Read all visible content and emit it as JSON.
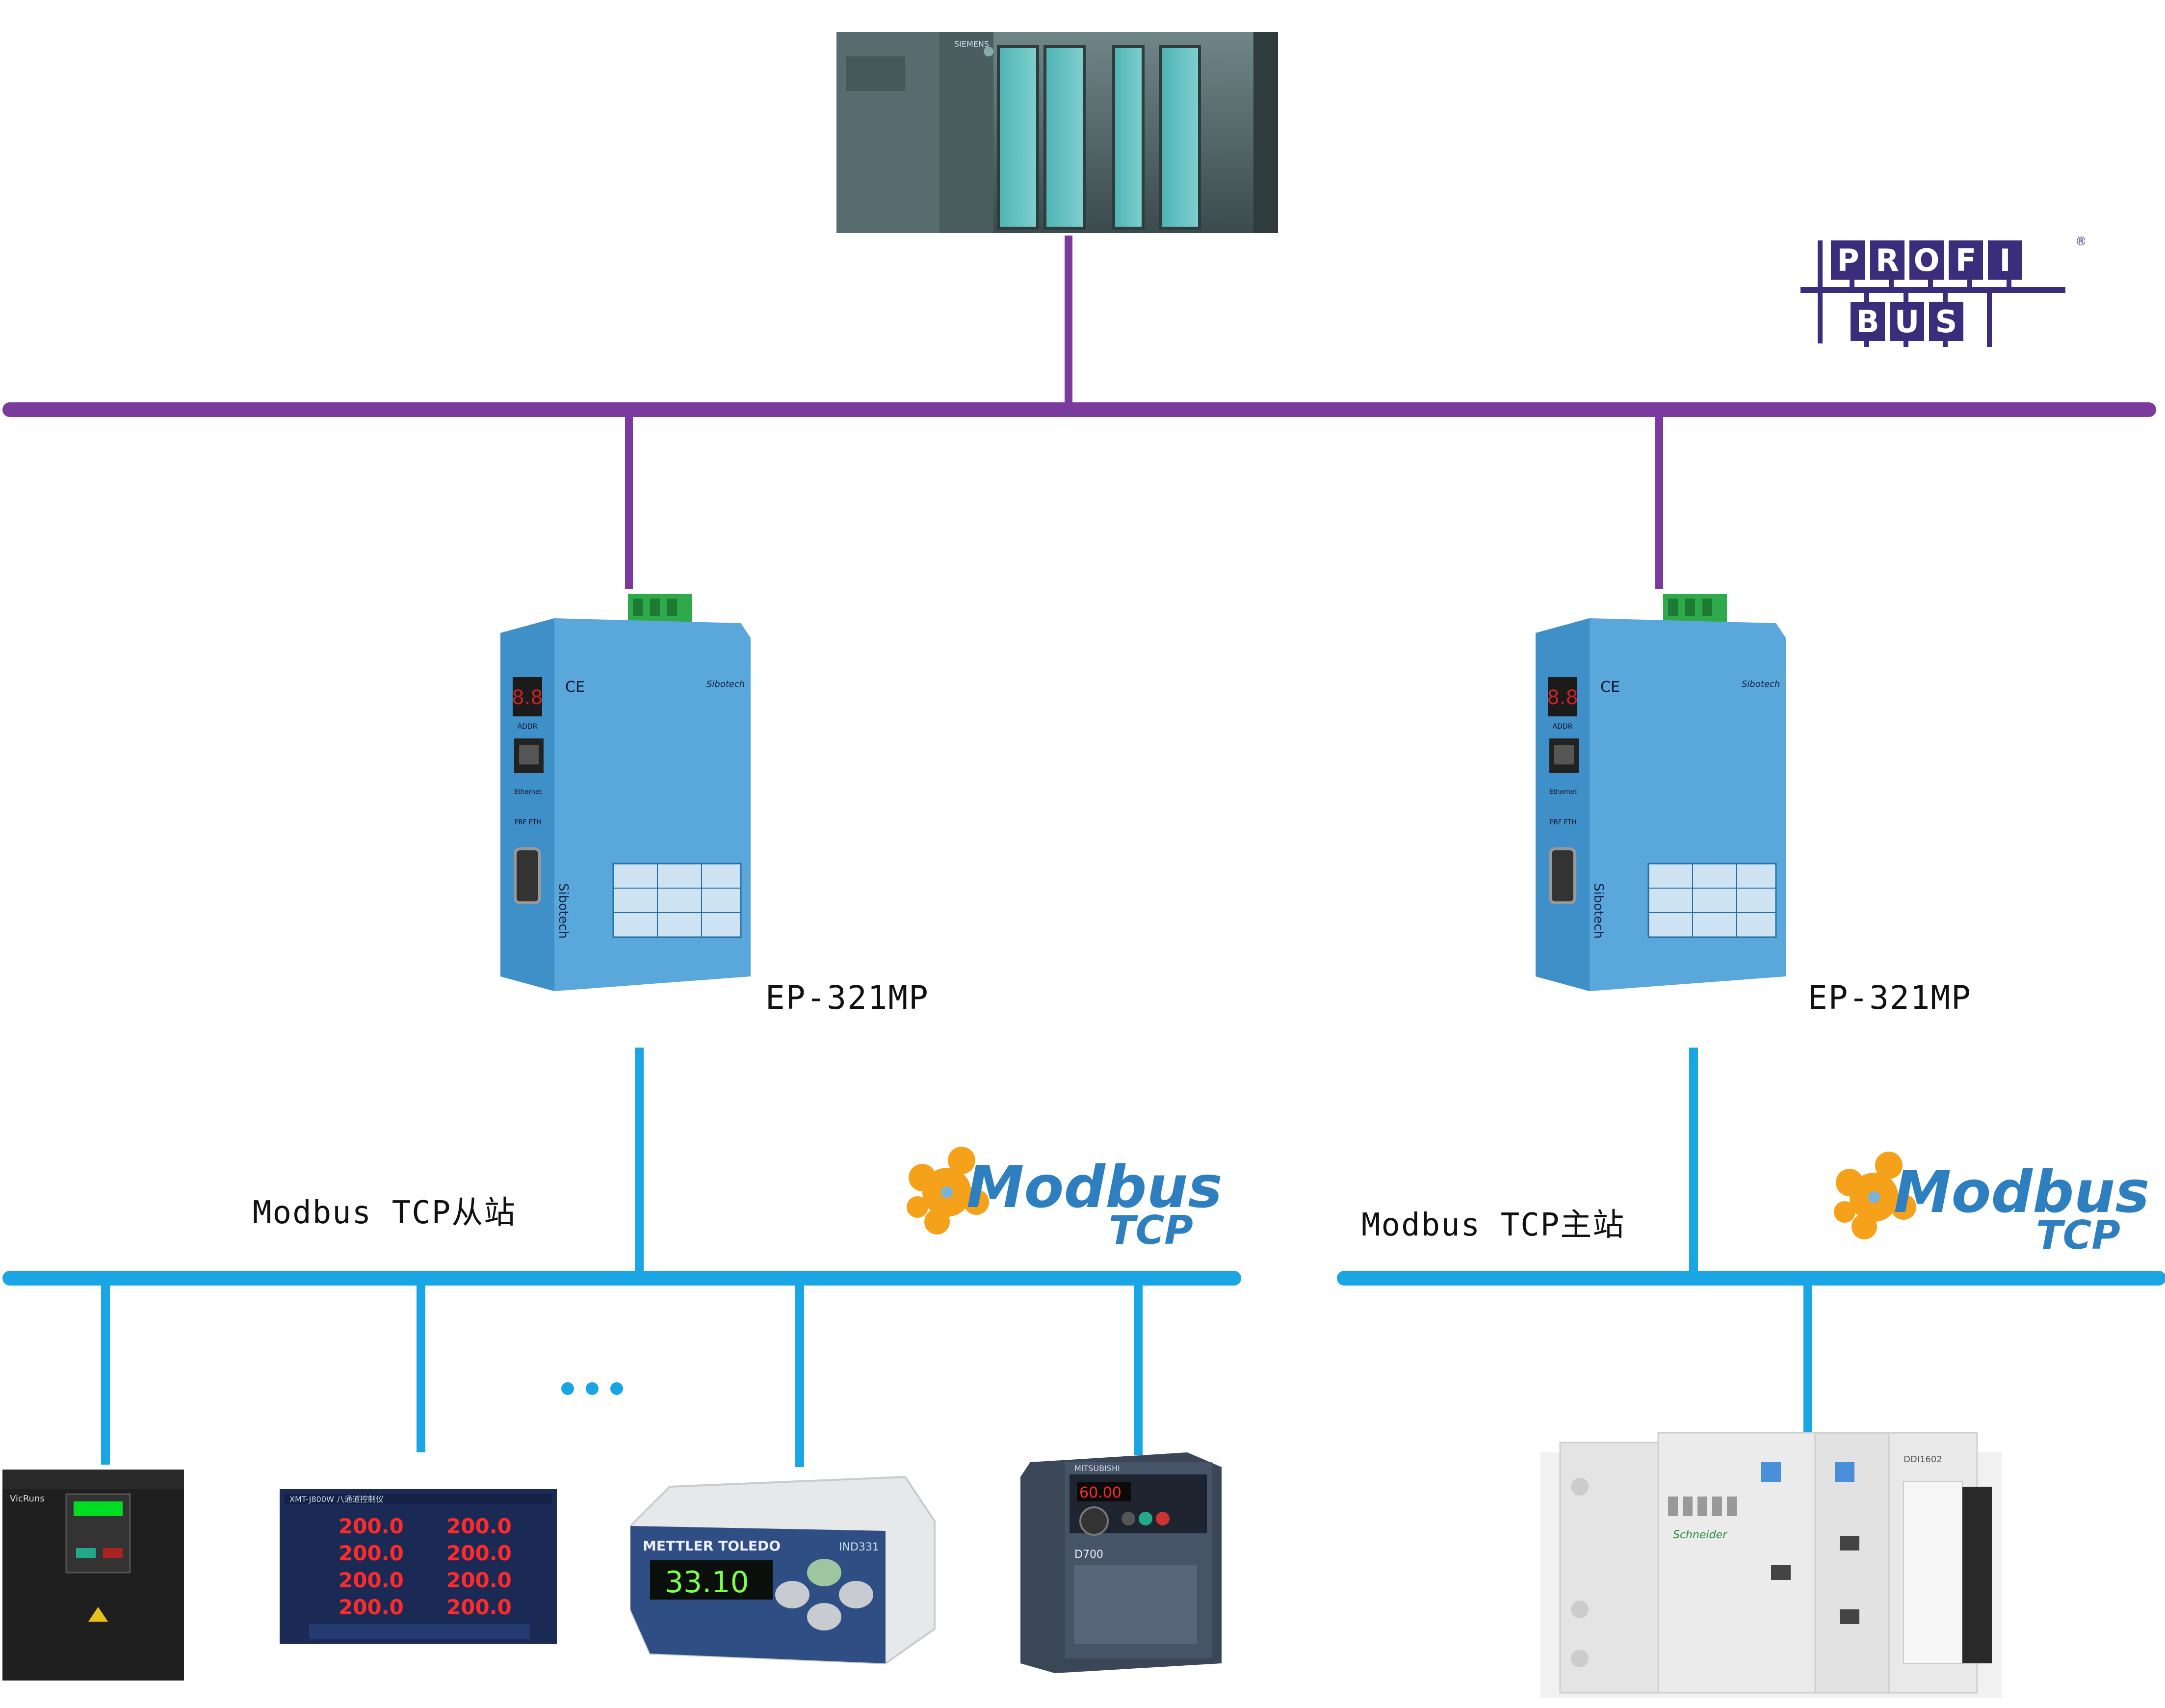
{
  "colors": {
    "profibus_line": "#7b3a9e",
    "modbus_line": "#1aa6e4",
    "gateway_body": "#5aa7dc",
    "gateway_face": "#3f8fc9",
    "terminal_green": "#2faa4a"
  },
  "profibus_logo": {
    "row1": [
      "P",
      "R",
      "O",
      "F",
      "I"
    ],
    "row2": [
      "B",
      "U",
      "S"
    ],
    "mark": "®"
  },
  "gateways": [
    {
      "model": "EP-321MP",
      "brand": "Sibotech",
      "addr_label": "ADDR",
      "eth_label": "Ethernet",
      "led_labels": "PBF ETH",
      "display": "8.8"
    },
    {
      "model": "EP-321MP",
      "brand": "Sibotech",
      "addr_label": "ADDR",
      "eth_label": "Ethernet",
      "led_labels": "PBF ETH",
      "display": "8.8"
    }
  ],
  "modbus_logos": [
    {
      "word": "Modbus",
      "sub": "TCP"
    },
    {
      "word": "Modbus",
      "sub": "TCP"
    }
  ],
  "network_labels": {
    "slave": "Modbus  TCP从站",
    "master": "Modbus  TCP主站",
    "ellipsis": "..."
  },
  "devices": {
    "inverter": {
      "brand": "VicRuns"
    },
    "controller": {
      "title": "XMT-J800W 八通道控制仪",
      "readings": [
        "200.0",
        "200.0",
        "200.0",
        "200.0",
        "200.0",
        "200.0",
        "200.0",
        "200.0"
      ]
    },
    "indicator": {
      "brand": "METTLER TOLEDO",
      "model": "IND331",
      "reading": "33.10"
    },
    "vfd": {
      "brand": "MITSUBISHI",
      "model": "D700",
      "reading": "60.00"
    },
    "plc": {
      "brand": "Schneider",
      "module": "DDI1602"
    },
    "s7_plc": {
      "brand": "SIEMENS"
    }
  }
}
